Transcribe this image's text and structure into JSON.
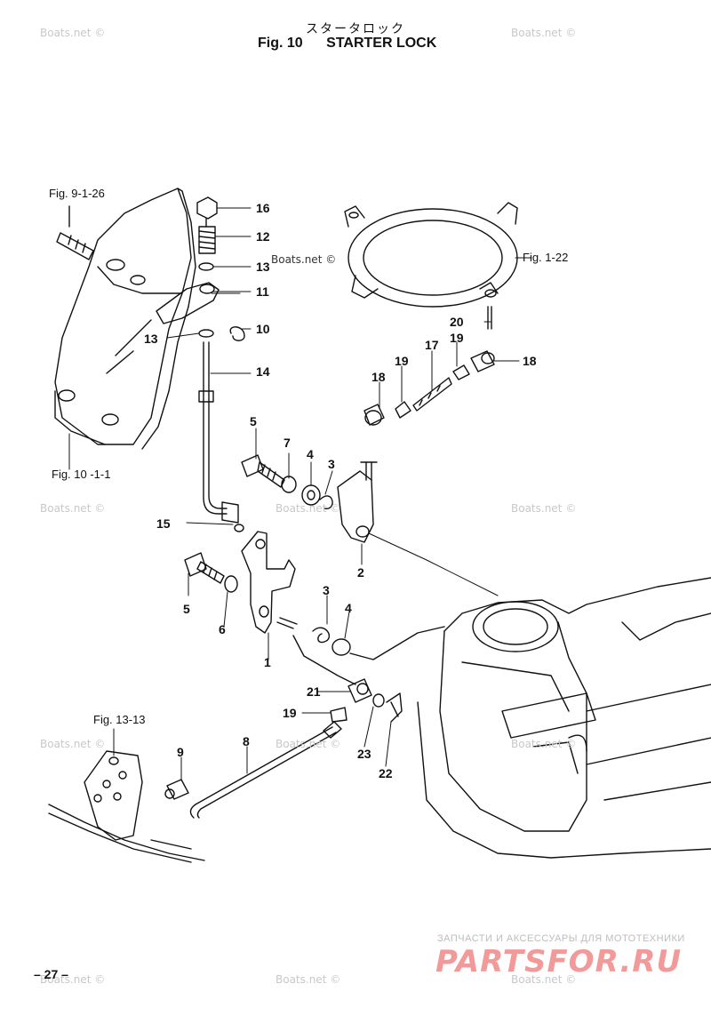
{
  "header": {
    "title_jp": "スタータロック",
    "fig_number": "Fig. 10",
    "fig_title": "STARTER LOCK"
  },
  "watermark": "Boats.net ©",
  "references": {
    "fig_9_1_26": "Fig. 9-1-26",
    "fig_1_22": "Fig. 1-22",
    "fig_10_1_1": "Fig. 10 -1-1",
    "fig_13_13": "Fig. 13-13"
  },
  "part_labels": [
    "16",
    "12",
    "13",
    "11",
    "10",
    "13",
    "14",
    "20",
    "17",
    "19",
    "18",
    "19",
    "18",
    "5",
    "7",
    "4",
    "3",
    "15",
    "2",
    "5",
    "6",
    "3",
    "4",
    "1",
    "21",
    "19",
    "23",
    "22",
    "9",
    "8"
  ],
  "footer": {
    "page_number": "– 27 –",
    "brand_tagline": "ЗАПЧАСТИ И АКСЕССУАРЫ ДЛЯ МОТОТЕХНИКИ",
    "brand_logo": "PARTSFOR.RU"
  }
}
